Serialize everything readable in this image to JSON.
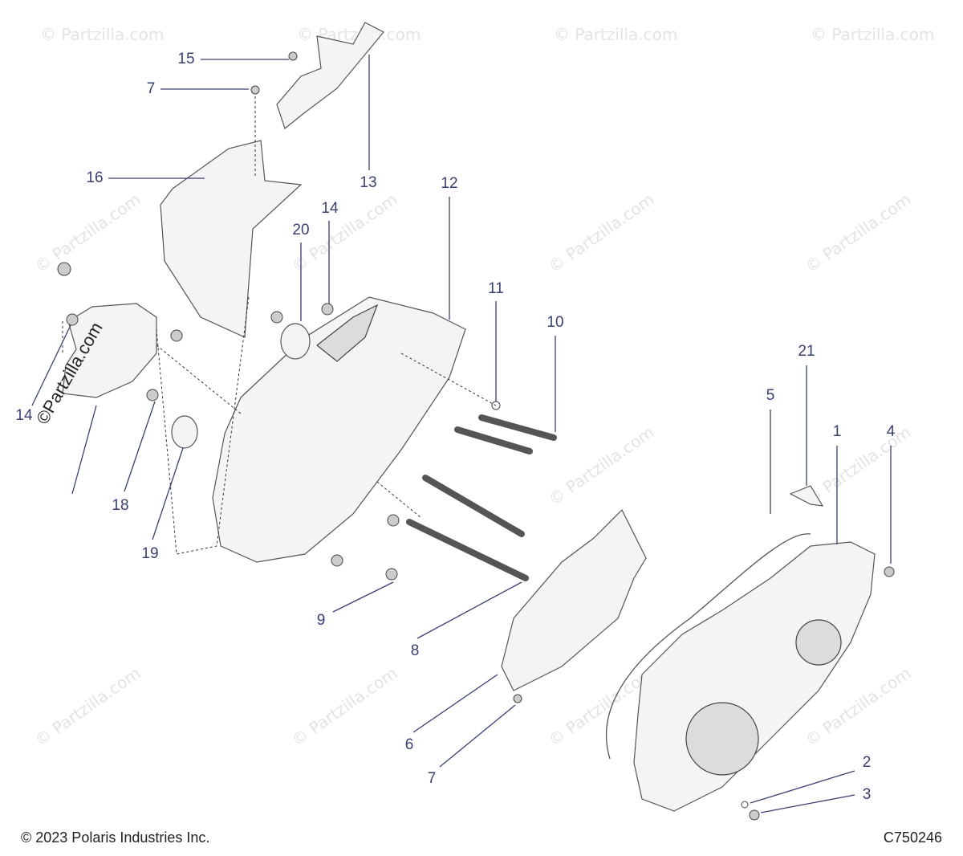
{
  "footer": {
    "copyright": "© 2023 Polaris Industries Inc.",
    "diagram_code": "C750246"
  },
  "watermark": {
    "text": "© Partzilla.com",
    "side_text": "©Partzilla.com"
  },
  "callouts": {
    "c1": "1",
    "c2": "2",
    "c3": "3",
    "c4": "4",
    "c5": "5",
    "c6": "6",
    "c7a": "7",
    "c7b": "7",
    "c8": "8",
    "c9": "9",
    "c10": "10",
    "c11": "11",
    "c12": "12",
    "c13": "13",
    "c14a": "14",
    "c14b": "14",
    "c15": "15",
    "c16": "16",
    "c18": "18",
    "c19": "19",
    "c20": "20",
    "c21": "21"
  }
}
